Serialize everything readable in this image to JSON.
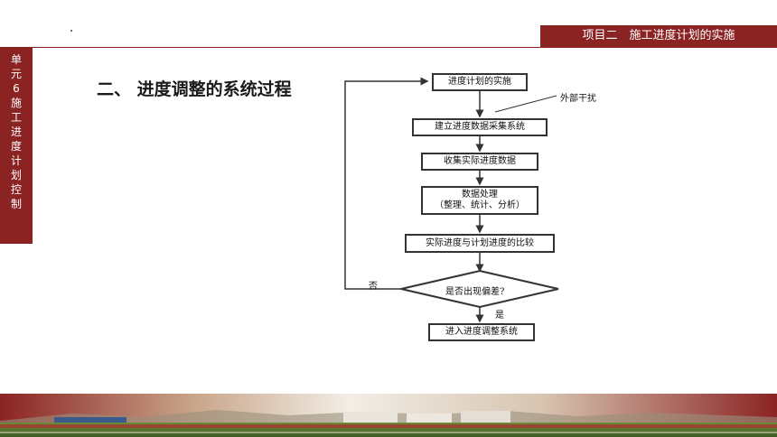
{
  "header": {
    "project_title": "项目二　施工进度计划的实施"
  },
  "sidebar": {
    "unit_label": "单元6施工进度计划控制"
  },
  "main": {
    "section_title": "二、 进度调整的系统过程"
  },
  "flowchart": {
    "nodes": [
      "进度计划的实施",
      "建立进度数据采集系统",
      "收集实际进度数据",
      "数据处理",
      "（整理、统计、分析）",
      "实际进度与计划进度的比较",
      "是否出现偏差?",
      "进入进度调整系统"
    ],
    "external_label": "外部干扰",
    "no_label": "否",
    "yes_label": "是"
  },
  "colors": {
    "accent": "#8b2323",
    "text": "#1a1a1a",
    "line": "#333333"
  }
}
